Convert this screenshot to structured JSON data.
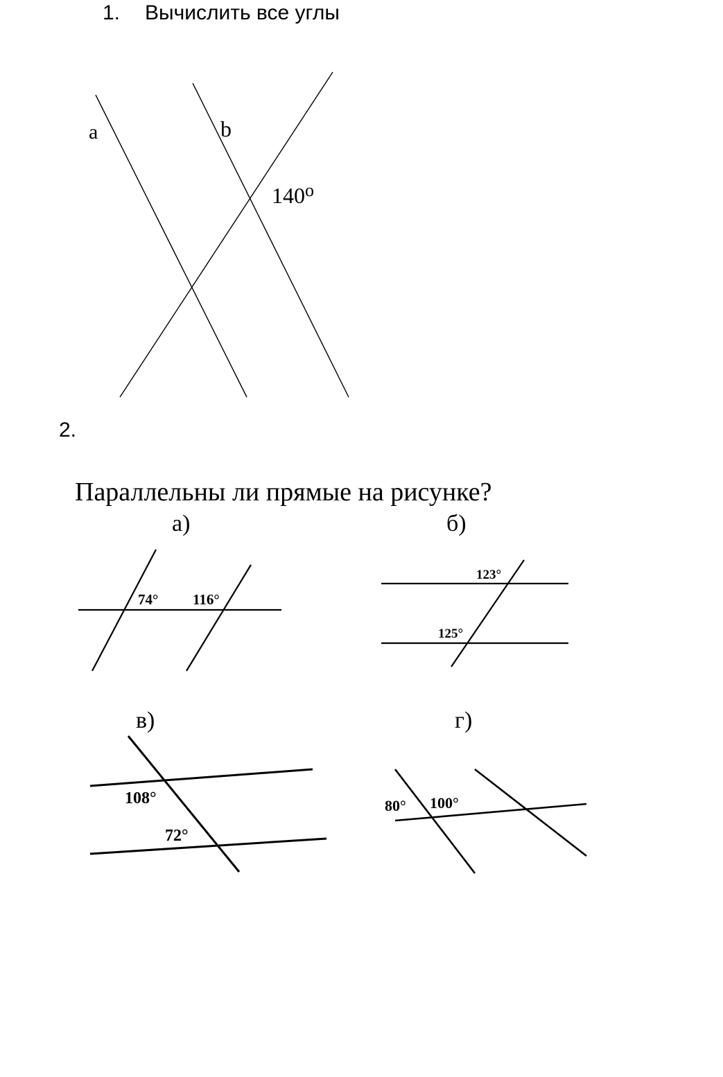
{
  "task1": {
    "number": "1.",
    "text": "Вычислить все углы",
    "figure": {
      "line_a_label": "a",
      "line_b_label": "b",
      "angle_label": "140",
      "degree_symbol": "o"
    }
  },
  "task2": {
    "number": "2.",
    "question": "Параллельны ли прямые на рисунке?",
    "figures": [
      {
        "label": "а)",
        "angles": [
          "74°",
          "116°"
        ]
      },
      {
        "label": "б)",
        "angles": [
          "123°",
          "125°"
        ]
      },
      {
        "label": "в)",
        "angles": [
          "108°",
          "72°"
        ]
      },
      {
        "label": "г)",
        "angles": [
          "80°",
          "100°"
        ]
      }
    ]
  }
}
